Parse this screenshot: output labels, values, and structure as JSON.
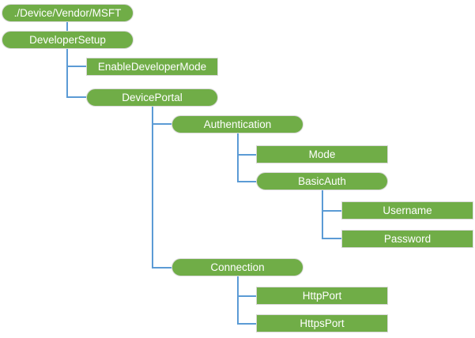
{
  "diagram": {
    "type": "tree",
    "description": "CSP settings tree",
    "colors": {
      "node_fill": "#70AD47",
      "node_border": "#D9D9D9",
      "connector": "#5B9BD5",
      "node_text": "#FFFFFF",
      "background": "#FFFFFF"
    },
    "nodes": [
      {
        "id": "root",
        "label": "./Device/Vendor/MSFT",
        "shape": "rounded",
        "parent": null
      },
      {
        "id": "developer-setup",
        "label": "DeveloperSetup",
        "shape": "rounded",
        "parent": "root"
      },
      {
        "id": "enable-developer-mode",
        "label": "EnableDeveloperMode",
        "shape": "rect",
        "parent": "developer-setup"
      },
      {
        "id": "device-portal",
        "label": "DevicePortal",
        "shape": "rounded",
        "parent": "developer-setup"
      },
      {
        "id": "authentication",
        "label": "Authentication",
        "shape": "rounded",
        "parent": "device-portal"
      },
      {
        "id": "mode",
        "label": "Mode",
        "shape": "rect",
        "parent": "authentication"
      },
      {
        "id": "basic-auth",
        "label": "BasicAuth",
        "shape": "rounded",
        "parent": "authentication"
      },
      {
        "id": "username",
        "label": "Username",
        "shape": "rect",
        "parent": "basic-auth"
      },
      {
        "id": "password",
        "label": "Password",
        "shape": "rect",
        "parent": "basic-auth"
      },
      {
        "id": "connection",
        "label": "Connection",
        "shape": "rounded",
        "parent": "device-portal"
      },
      {
        "id": "http-port",
        "label": "HttpPort",
        "shape": "rect",
        "parent": "connection"
      },
      {
        "id": "https-port",
        "label": "HttpsPort",
        "shape": "rect",
        "parent": "connection"
      }
    ]
  }
}
